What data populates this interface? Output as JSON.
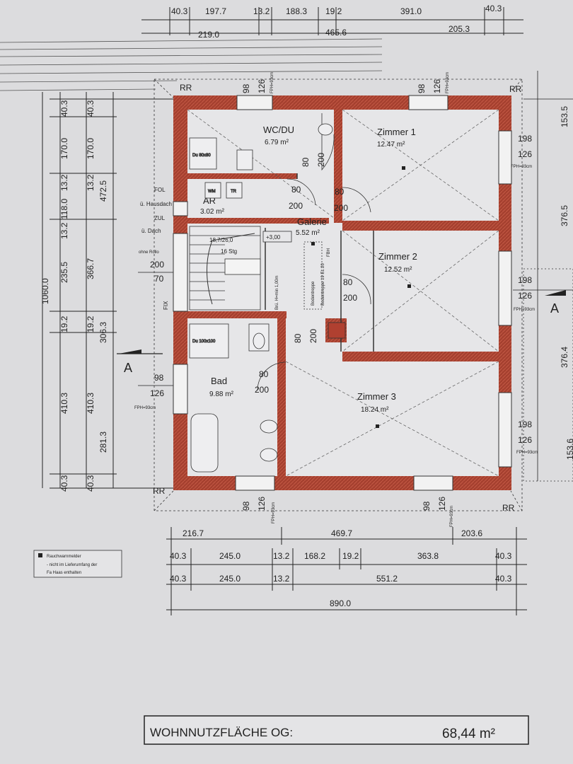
{
  "top_dims": {
    "row1": [
      "40.3",
      "197.7",
      "13.2",
      "188.3",
      "19.2",
      "391.0",
      "40.3"
    ],
    "row2": [
      "219.0",
      "465.6",
      "205.3"
    ]
  },
  "left_dims": {
    "total": "1060.0",
    "col_a": [
      "40.3",
      "170.0",
      "13.2",
      "118.0",
      "13.2",
      "366.7",
      "235.5",
      "19.2",
      "306.3",
      "410.3",
      "281.3",
      "40.3"
    ],
    "col_b": [
      "40.3",
      "170.0",
      "13.2",
      "19.2",
      "410.3",
      "40.3"
    ],
    "col_c": [
      "472.5"
    ],
    "window_labels": [
      "FOL",
      "ü. Hausdach",
      "ZUL",
      "ü. Dach",
      "ohne Rollo"
    ],
    "window_vals": [
      "200",
      "70",
      "FIX",
      "98",
      "126",
      "FPH=93cm"
    ]
  },
  "right_dims": [
    "153.5",
    "376.5",
    "376.4",
    "153.6"
  ],
  "rooms": [
    {
      "name": "WC/DU",
      "area": "6.79 m²"
    },
    {
      "name": "AR",
      "area": "3.02 m²"
    },
    {
      "name": "Galerie",
      "area": "5.52 m²"
    },
    {
      "name": "Zimmer 1",
      "area": "12.47 m²"
    },
    {
      "name": "Zimmer 2",
      "area": "12.52 m²"
    },
    {
      "name": "Zimmer 3",
      "area": "18.24 m²"
    },
    {
      "name": "Bad",
      "area": "9.88 m²"
    }
  ],
  "stair": {
    "line1": "18,7/26,0",
    "line2": "16 Stg",
    "level": "+3,00",
    "landing": "Brü. H=min 1,00m",
    "attic": "Bodentreppe",
    "attic2": "Bodentreppe 19 EL 20",
    "fbh": "FBH"
  },
  "door_labels": [
    "80",
    "200",
    "80",
    "200",
    "80",
    "200",
    "80",
    "200",
    "80",
    "200",
    "80",
    "200"
  ],
  "window_labels": {
    "top1": [
      "98",
      "126",
      "FPH=93cm"
    ],
    "top2": [
      "98",
      "126",
      "FPH=93cm"
    ],
    "right1": [
      "198",
      "126",
      "FPH=93cm"
    ],
    "right2": [
      "198",
      "126",
      "FPH=93cm"
    ],
    "right3": [
      "198",
      "126",
      "FPH=93cm"
    ],
    "bottom1": [
      "98",
      "126",
      "FPH=93cm"
    ],
    "bottom2": [
      "98",
      "126",
      "FPH=93cm"
    ]
  },
  "corner_labels": [
    "RR",
    "RR",
    "RR",
    "RR"
  ],
  "section_marks": [
    "A",
    "A"
  ],
  "fixtures": {
    "shower_wc": "Du 80x80",
    "shower_bad": "Du 100x100",
    "wm": "WM",
    "tr": "TR"
  },
  "bottom_dims": {
    "row1": [
      "216.7",
      "469.7",
      "203.6"
    ],
    "row2": [
      "40.3",
      "245.0",
      "13.2",
      "168.2",
      "19.2",
      "363.8",
      "40.3"
    ],
    "row3": [
      "40.3",
      "245.0",
      "13.2",
      "551.2",
      "40.3"
    ],
    "total": "890.0"
  },
  "legend": {
    "line1": "Rauchwarnmelder",
    "line2": "- nicht im Lieferumfang der",
    "line3": "Fa Haas enthalten"
  },
  "summary": {
    "label": "WOHNNUTZFLÄCHE OG:",
    "value": "68,44 m²"
  },
  "colors": {
    "wall": "#9b3a2e",
    "wall_hatch": "#b24a38",
    "paper": "#dcdcde",
    "line": "#222222"
  }
}
